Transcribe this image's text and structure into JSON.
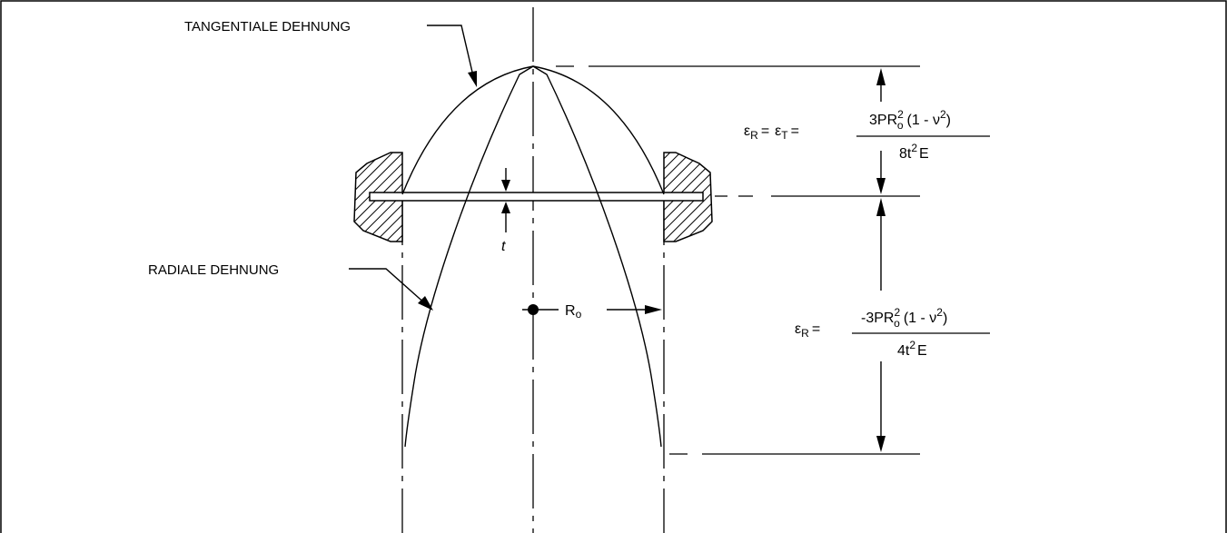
{
  "labels": {
    "tangential": "TANGENTIALE DEHNUNG",
    "radial": "RADIALE DEHNUNG",
    "thickness": "t",
    "radius_main": "R",
    "radius_sub": "o"
  },
  "formula_top": {
    "lhs_eps_r": "ε",
    "lhs_r_sub": "R",
    "eq1": "=",
    "lhs_eps_t": "ε",
    "lhs_t_sub": "T",
    "eq2": "=",
    "num_a": "3PR",
    "num_exp": "2",
    "num_sub": "o",
    "num_b": "(1 - ν",
    "num_exp2": "2",
    "num_c": ")",
    "den_a": "8t",
    "den_exp": "2",
    "den_b": "E"
  },
  "formula_bottom": {
    "lhs_eps_r": "ε",
    "lhs_r_sub": "R",
    "eq": "=",
    "num_a": "-3PR",
    "num_exp": "2",
    "num_sub": "o",
    "num_b": "(1 - ν",
    "num_exp2": "2",
    "num_c": ")",
    "den_a": "4t",
    "den_exp": "2",
    "den_b": "E"
  }
}
